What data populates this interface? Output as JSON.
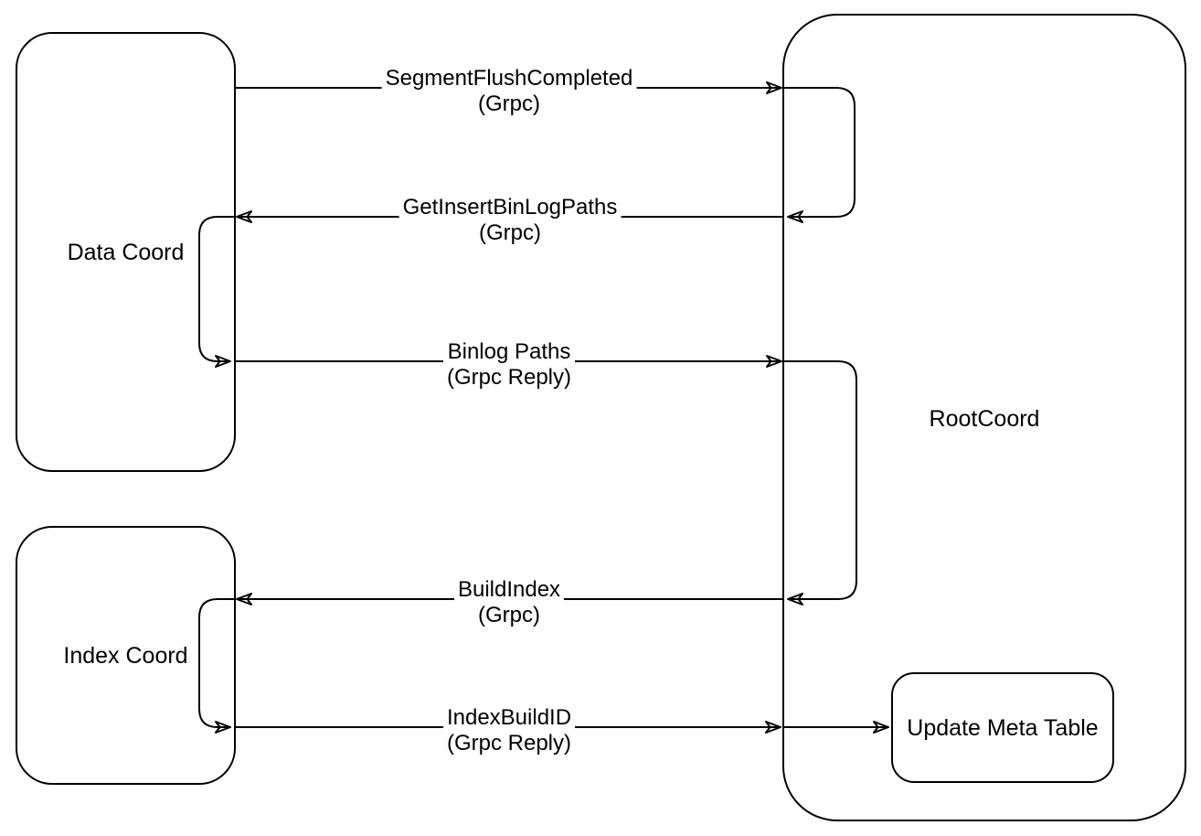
{
  "diagram": {
    "nodes": {
      "data_coord": {
        "label": "Data Coord"
      },
      "index_coord": {
        "label": "Index Coord"
      },
      "root_coord": {
        "label": "RootCoord"
      },
      "update_meta_table": {
        "label": "Update Meta Table"
      }
    },
    "edges": [
      {
        "label": "SegmentFlushCompleted",
        "protocol": "(Grpc)",
        "from": "Data Coord",
        "to": "RootCoord",
        "direction": "left-to-right"
      },
      {
        "label": "GetInsertBinLogPaths",
        "protocol": "(Grpc)",
        "from": "RootCoord",
        "to": "Data Coord",
        "direction": "right-to-left"
      },
      {
        "label": "Binlog Paths",
        "protocol": "(Grpc Reply)",
        "from": "Data Coord",
        "to": "RootCoord",
        "direction": "left-to-right"
      },
      {
        "label": "BuildIndex",
        "protocol": "(Grpc)",
        "from": "RootCoord",
        "to": "Index Coord",
        "direction": "right-to-left"
      },
      {
        "label": "IndexBuildID",
        "protocol": "(Grpc Reply)",
        "from": "Index Coord",
        "to": "Update Meta Table",
        "direction": "left-to-right"
      }
    ],
    "colors": {
      "stroke": "#000000",
      "background": "#ffffff",
      "text": "#000000"
    }
  }
}
